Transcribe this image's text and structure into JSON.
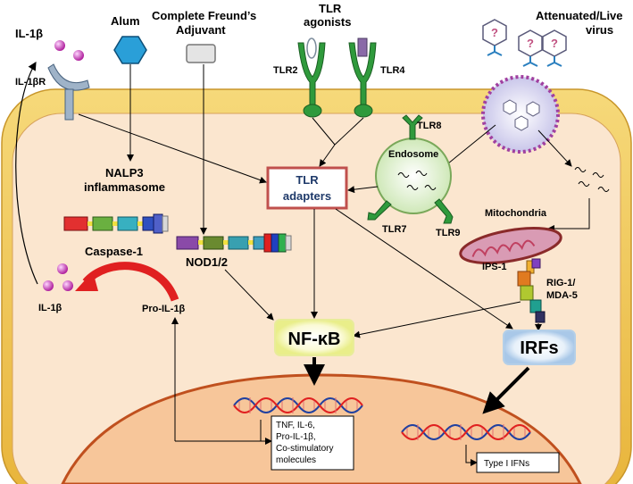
{
  "labels": {
    "il1b_top": "IL-1β",
    "il1br": "IL-1βR",
    "alum": "Alum",
    "cfa_line1": "Complete Freund’s",
    "cfa_line2": "Adjuvant",
    "tlr_agonists_line1": "TLR",
    "tlr_agonists_line2": "agonists",
    "virus_line1": "Attenuated/Live",
    "virus_line2": "virus",
    "tlr2": "TLR2",
    "tlr4": "TLR4",
    "tlr8": "TLR8",
    "endosome": "Endosome",
    "tlr7": "TLR7",
    "tlr9": "TLR9",
    "nalp3_line1": "NALP3",
    "nalp3_line2": "inflammasome",
    "caspase1": "Caspase-1",
    "tlr_adapters_line1": "TLR",
    "tlr_adapters_line2": "adapters",
    "mitochondria": "Mitochondria",
    "ips1": "IPS-1",
    "rig1_line1": "RIG-1/",
    "rig1_line2": "MDA-5",
    "nod12": "NOD1/2",
    "il1b_left": "IL-1β",
    "pro_il1b": "Pro-IL-1β",
    "nfkb": "NF-κB",
    "irfs": "IRFs",
    "tnf_lines": [
      "TNF, IL-6,",
      "Pro-IL-1β,",
      "Co-stimulatory",
      "molecules"
    ],
    "type1_ifns": "Type I IFNs"
  },
  "colors": {
    "membrane": "#f1c555",
    "cytoplasm": "#fbe6cf",
    "nucleus": "#f7c69a",
    "tlr_green": "#2f9a3c",
    "alum_blue": "#2a9fd8",
    "nfkb_glow": "#f6f5a0",
    "irfs_glow": "#cfe2f4",
    "adapter_border": "#c0504d"
  }
}
